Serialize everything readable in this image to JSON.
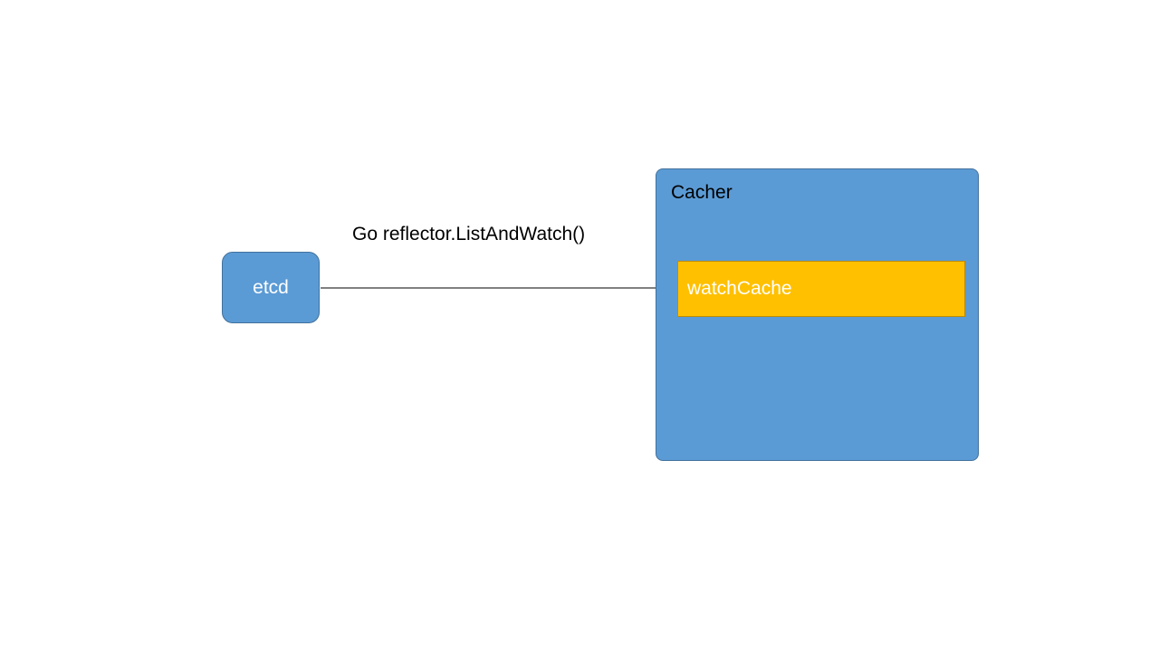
{
  "nodes": {
    "etcd": {
      "label": "etcd",
      "color": "#5b9bd5"
    },
    "cacher": {
      "label": "Cacher",
      "color": "#5b9bd5"
    },
    "watch_cache": {
      "label": "watchCache",
      "color": "#ffc000"
    }
  },
  "edges": [
    {
      "from": "etcd",
      "to": "watchCache",
      "label": "Go reflector.ListAndWatch()"
    }
  ]
}
